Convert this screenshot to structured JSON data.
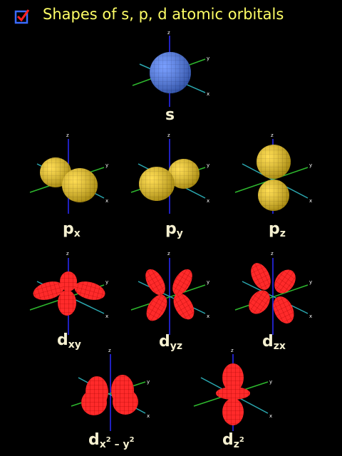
{
  "title": "Shapes of s, p, d atomic orbitals",
  "icons": {
    "checkbox": "checkbox-checked-icon"
  },
  "colors": {
    "background": "#000000",
    "title": "#ffff66",
    "s": "#4d7fff",
    "p": "#ffd21a",
    "d": "#ff2a2a",
    "x_axis": "#2ba8b0",
    "y_axis": "#2eb82e",
    "z_axis": "#2a2aff"
  },
  "axis_labels": {
    "x": "x",
    "y": "y",
    "z": "z"
  },
  "orbitals": [
    {
      "id": "s",
      "main": "s",
      "sub": ""
    },
    {
      "id": "px",
      "main": "p",
      "sub": "x"
    },
    {
      "id": "py",
      "main": "p",
      "sub": "y"
    },
    {
      "id": "pz",
      "main": "p",
      "sub": "z"
    },
    {
      "id": "dxy",
      "main": "d",
      "sub": "xy"
    },
    {
      "id": "dyz",
      "main": "d",
      "sub": "yz"
    },
    {
      "id": "dzx",
      "main": "d",
      "sub": "zx"
    },
    {
      "id": "dx2y2",
      "main": "d",
      "sub": "x",
      "sup": "2",
      "sub2": " – y",
      "sup2": "2"
    },
    {
      "id": "dz2",
      "main": "d",
      "sub": "z",
      "sup": "2"
    }
  ]
}
